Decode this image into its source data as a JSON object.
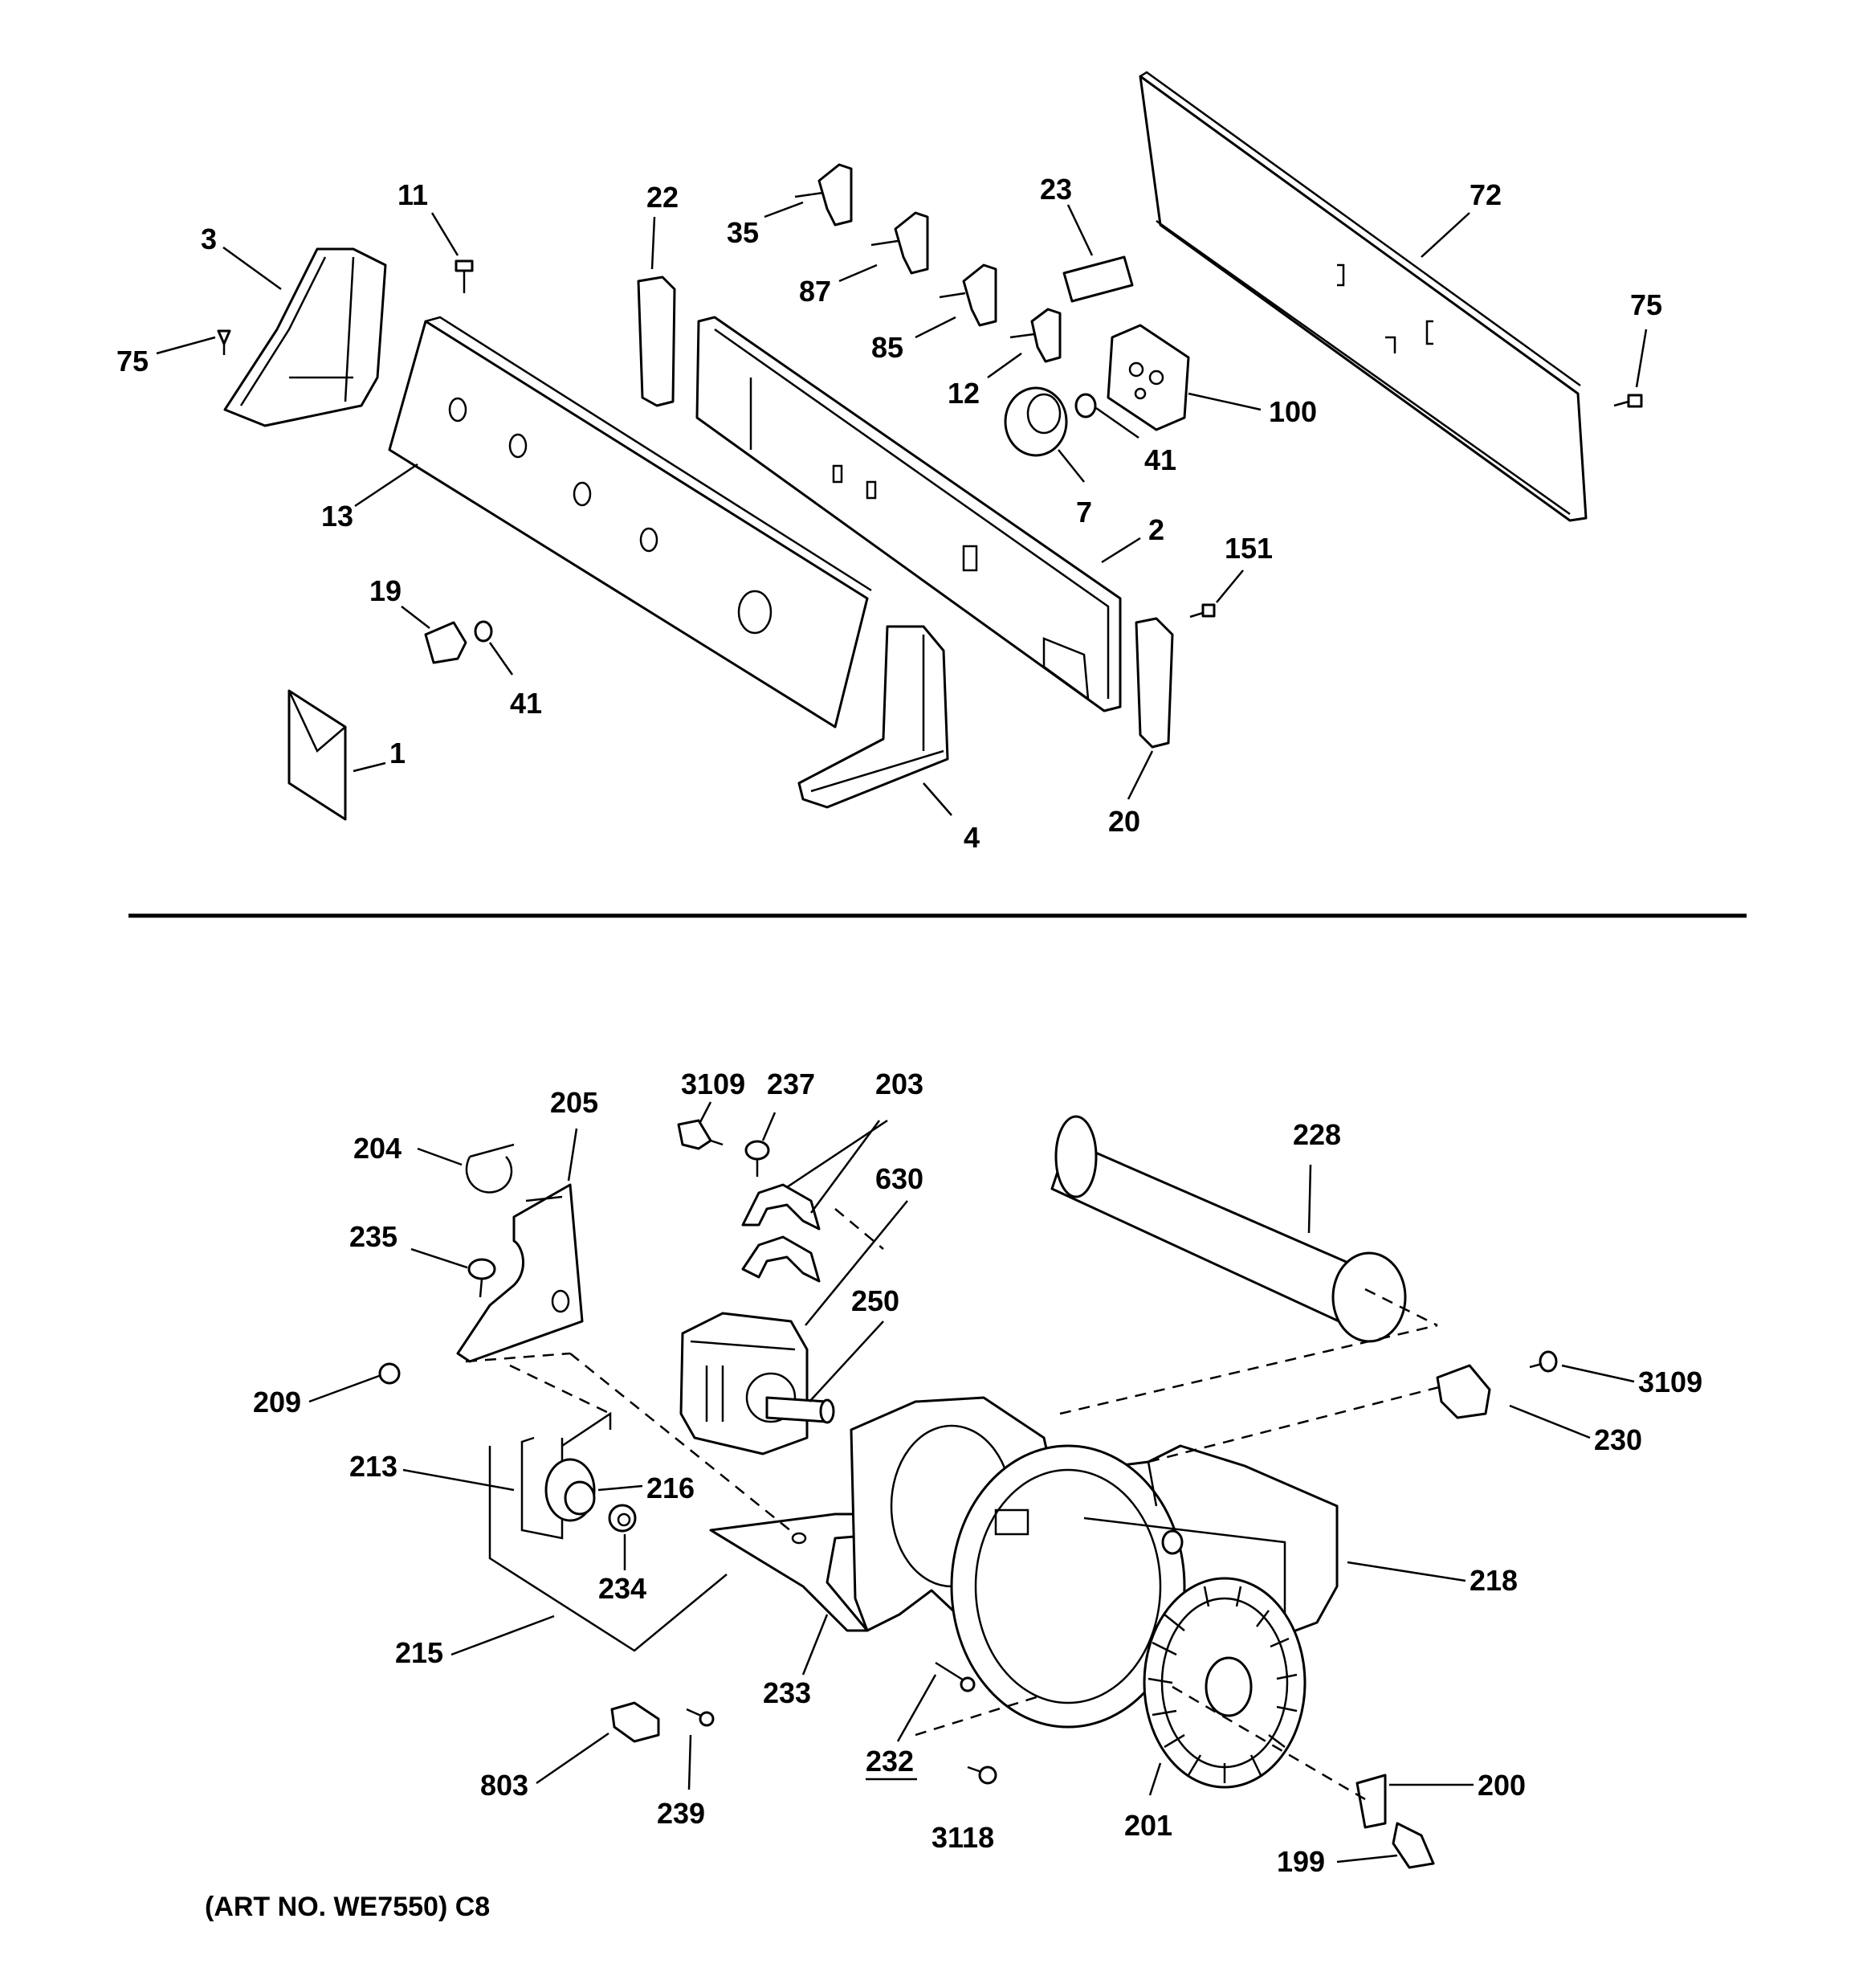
{
  "caption": "(ART NO. WE7550) C8",
  "top_labels": [
    "11",
    "22",
    "35",
    "23",
    "72",
    "3",
    "87",
    "75",
    "85",
    "12",
    "100",
    "75",
    "41",
    "7",
    "13",
    "2",
    "151",
    "19",
    "41",
    "1",
    "4",
    "20"
  ],
  "bottom_labels": [
    "3109",
    "237",
    "203",
    "205",
    "228",
    "204",
    "630",
    "235",
    "250",
    "3109",
    "209",
    "230",
    "213",
    "216",
    "218",
    "234",
    "215",
    "233",
    "232",
    "803",
    "239",
    "200",
    "3118",
    "201",
    "199"
  ]
}
